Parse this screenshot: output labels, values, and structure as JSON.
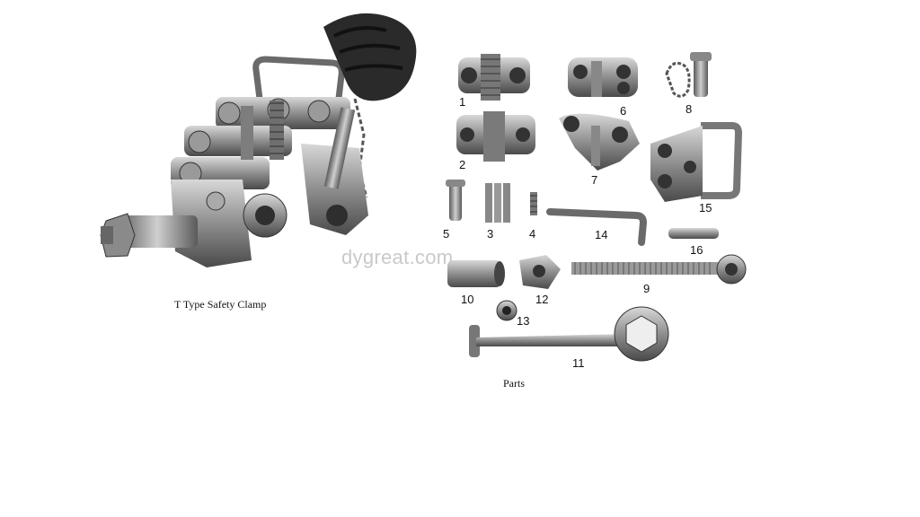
{
  "main_caption": "T Type Safety Clamp",
  "parts_caption": "Parts",
  "watermark": "dygreat.com",
  "part_numbers": [
    "1",
    "2",
    "3",
    "4",
    "5",
    "6",
    "7",
    "8",
    "9",
    "10",
    "11",
    "12",
    "13",
    "14",
    "15",
    "16"
  ]
}
